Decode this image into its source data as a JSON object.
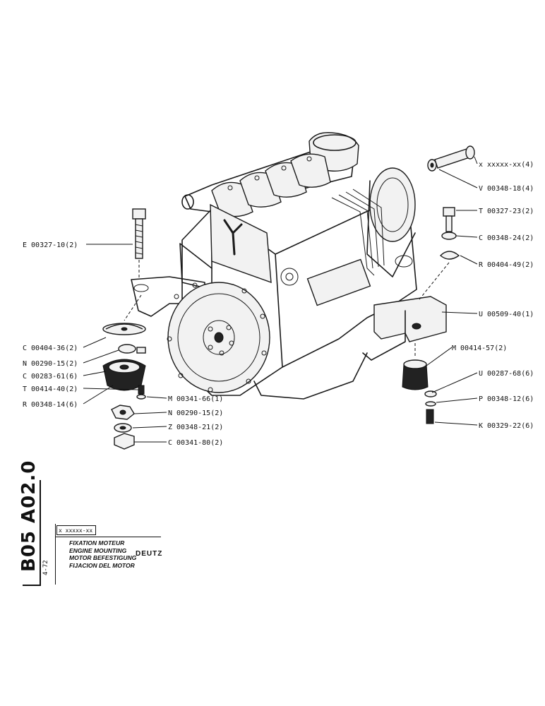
{
  "callouts": [
    {
      "id": "bolt-long",
      "text": "x xxxxx-xx(4)"
    },
    {
      "id": "washer-bolt-long",
      "text": "V 00348-18(4)"
    },
    {
      "id": "bolt-right",
      "text": "T 00327-23(2)"
    },
    {
      "id": "washer-right",
      "text": "C 00348-24(2)"
    },
    {
      "id": "cup-right",
      "text": "R 00404-49(2)"
    },
    {
      "id": "bracket-right",
      "text": "U 00509-40(1)"
    },
    {
      "id": "mount-right",
      "text": "M 00414-57(2)"
    },
    {
      "id": "nut-right",
      "text": "U 00287-68(6)"
    },
    {
      "id": "washer-small-right",
      "text": "P 00348-12(6)"
    },
    {
      "id": "screw-right",
      "text": "K 00329-22(6)"
    },
    {
      "id": "bolt-left",
      "text": "E 00327-10(2)"
    },
    {
      "id": "cup-left",
      "text": "C 00404-36(2)"
    },
    {
      "id": "nut-left-top",
      "text": "N 00290-15(2)"
    },
    {
      "id": "mount-left",
      "text": "C 00283-61(6)"
    },
    {
      "id": "screw-left",
      "text": "T 00414-40(2)"
    },
    {
      "id": "washer-left",
      "text": "R 00348-14(6)"
    },
    {
      "id": "stud-left",
      "text": "M 00341-66(1)"
    },
    {
      "id": "nut-left-bottom",
      "text": "N 00290-15(2)"
    },
    {
      "id": "washer-left-bottom",
      "text": "Z 00348-21(2)"
    },
    {
      "id": "nut-cap-left",
      "text": "C 00341-80(2)"
    }
  ],
  "title_block": {
    "code": "B05 A02.0",
    "date": "4-72",
    "part_placeholder": "x xxxxx-xx",
    "titles": [
      "FIXATION MOTEUR",
      "ENGINE MOUNTING",
      "MOTOR BEFESTIGUNG",
      "FIJACION DEL MOTOR"
    ],
    "brand": "DEUTZ"
  }
}
